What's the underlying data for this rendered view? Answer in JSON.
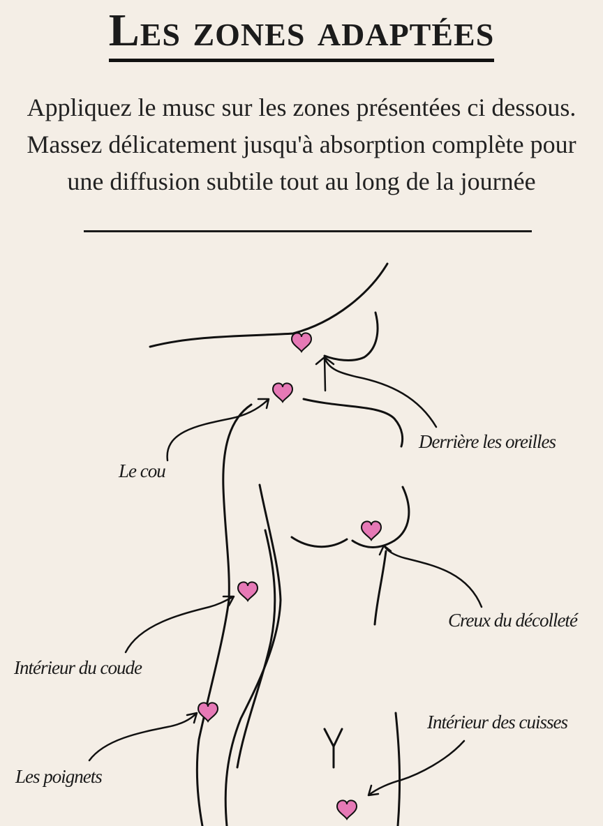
{
  "title": "Les zones adaptées",
  "intro": {
    "line1": "Appliquez le musc sur les zones présentées ci dessous.",
    "line2": "Massez délicatement jusqu'à absorption complète pour",
    "line3": "une diffusion subtile tout au long de la journée"
  },
  "labels": {
    "behind_ears": "Derrière les oreilles",
    "neck": "Le cou",
    "cleavage": "Creux du décolleté",
    "elbow": "Intérieur du coude",
    "thighs": "Intérieur des cuisses",
    "wrists": "Les poignets"
  },
  "colors": {
    "heart_fill": "#e679b6",
    "line": "#111111",
    "background": "#f4eee6"
  }
}
